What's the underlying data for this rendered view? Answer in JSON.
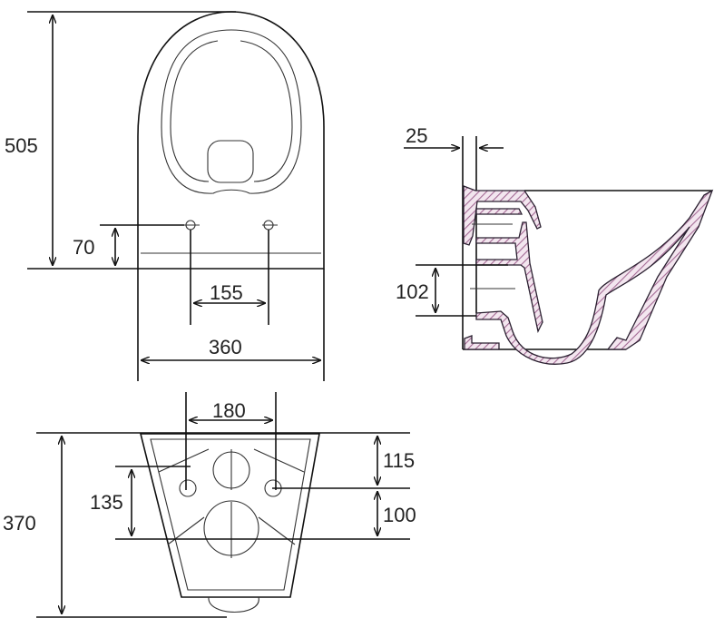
{
  "diagram": {
    "type": "technical drawing - wall-hung toilet",
    "views": {
      "top_view": {
        "dimensions": {
          "length": "505",
          "fixing_height": "70",
          "fixing_spacing": "155",
          "width": "360"
        }
      },
      "side_section": {
        "dimensions": {
          "wall_gap": "25",
          "outlet_height": "102"
        }
      },
      "rear_view": {
        "dimensions": {
          "bolt_spacing": "180",
          "height": "370",
          "bolt_to_outlet": "135",
          "top_to_bolts": "115",
          "bolts_to_outlet": "100"
        }
      }
    },
    "colors": {
      "line": "#111111",
      "hatch": "#b07aa0"
    }
  }
}
